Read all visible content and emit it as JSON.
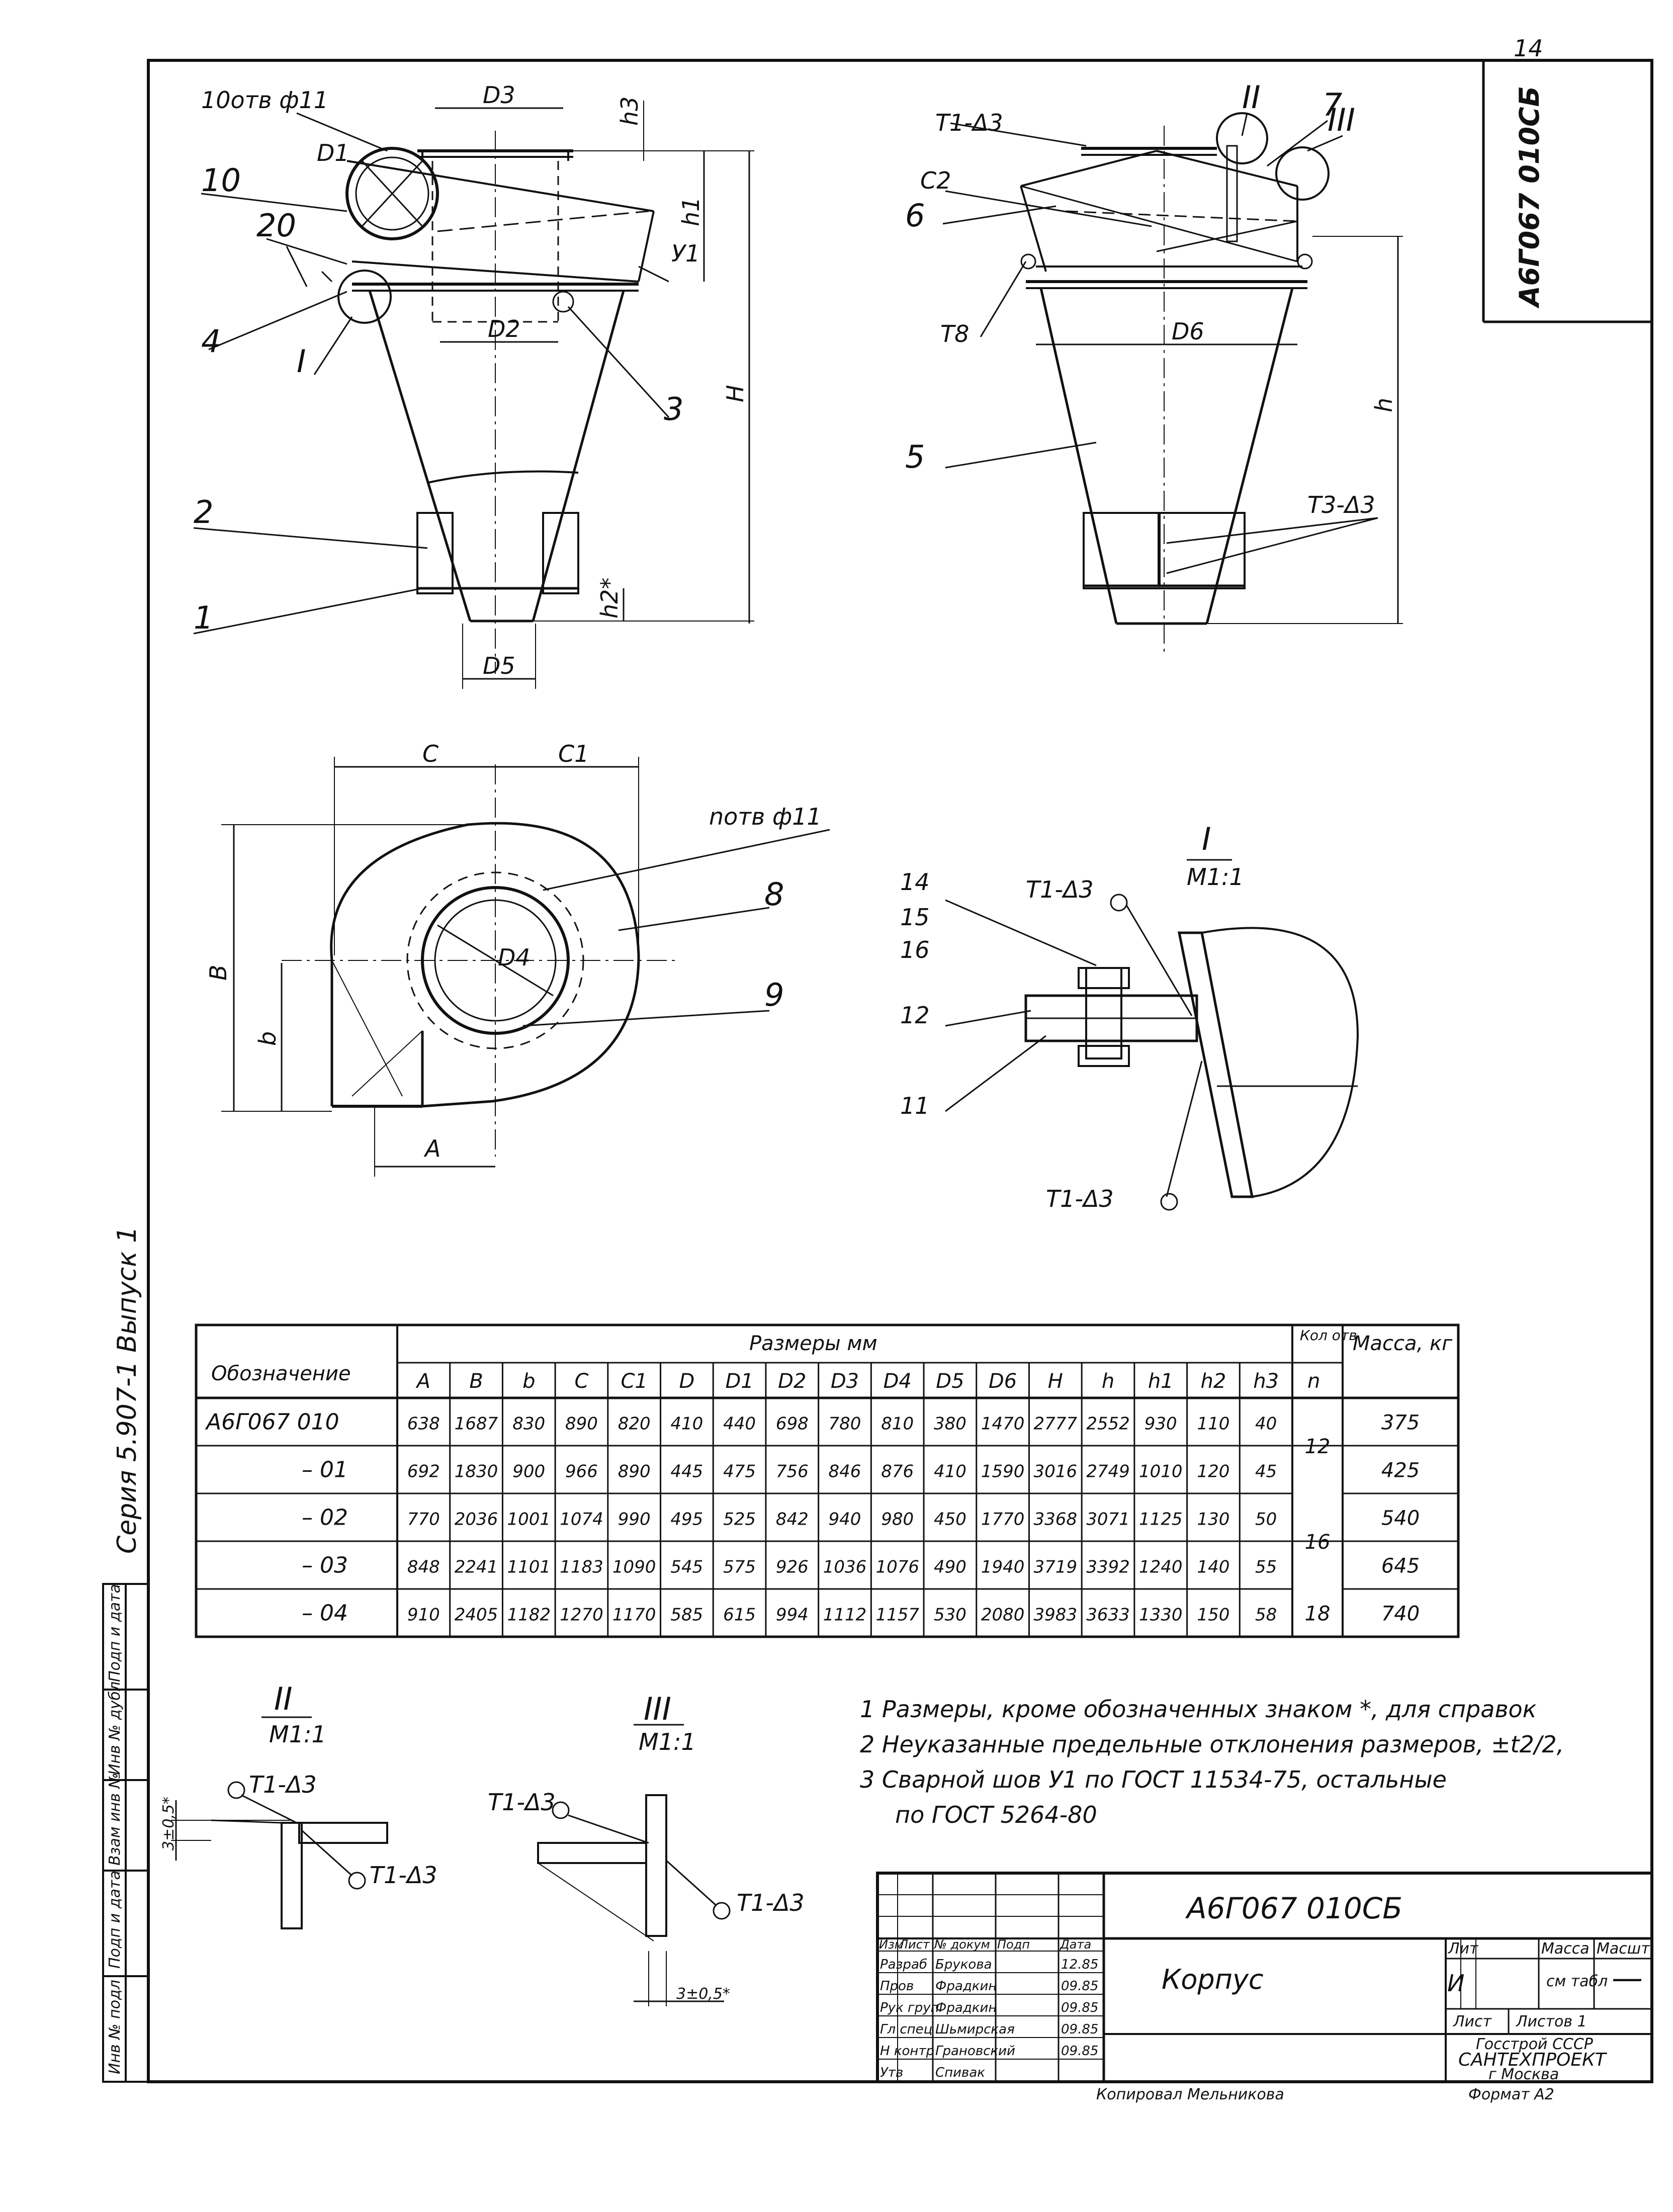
{
  "sheet": {
    "page_number": "14",
    "designation_side": "А6Г067 010СБ",
    "series_label": "Серия  5.907-1  Выпуск 1",
    "margin_labels": [
      "Инв № подл",
      "Подп и дата",
      "Взам инв №",
      "Инв № дубл",
      "Подп и дата"
    ]
  },
  "views": {
    "top_view": {
      "hole_note": "10отв ф11",
      "dims": [
        "D1",
        "D3",
        "h3",
        "h1",
        "D2",
        "H",
        "h2*",
        "D5"
      ],
      "weld": "У1",
      "positions": [
        "10",
        "20",
        "4",
        "I",
        "3",
        "2",
        "1"
      ]
    },
    "side_view": {
      "welds": [
        "Т1-Δ3",
        "С2",
        "Т8",
        "Т3-Δ3"
      ],
      "dims": [
        "D6",
        "h"
      ],
      "positions": [
        "6",
        "II",
        "7",
        "III",
        "5"
      ]
    },
    "plan_view": {
      "hole_note": "nотв ф11",
      "dims": [
        "C",
        "C1",
        "B",
        "b",
        "A",
        "D4"
      ],
      "positions": [
        "8",
        "9"
      ]
    },
    "detail_I": {
      "title": "I",
      "scale": "M1:1",
      "welds": [
        "Т1-Δ3",
        "Т1-Δ3"
      ],
      "positions": [
        "14",
        "15",
        "16",
        "12",
        "11"
      ]
    },
    "detail_II": {
      "title": "II",
      "scale": "M1:1",
      "welds": [
        "Т1-Δ3",
        "Т1-Δ3"
      ],
      "dim": "3±0,5*"
    },
    "detail_III": {
      "title": "III",
      "scale": "M1:1",
      "welds": [
        "Т1-Δ3",
        "Т1-Δ3"
      ],
      "dim": "3±0,5*"
    }
  },
  "table": {
    "col_designation": "Обозначение",
    "group_sizes": "Размеры  мм",
    "col_holes": "Кол отв",
    "col_mass": "Масса, кг",
    "size_cols": [
      "A",
      "B",
      "b",
      "C",
      "C1",
      "D",
      "D1",
      "D2",
      "D3",
      "D4",
      "D5",
      "D6",
      "H",
      "h",
      "h1",
      "h2",
      "h3"
    ],
    "holes_sub": "n",
    "rows": [
      {
        "des": "А6Г067 010",
        "vals": [
          "638",
          "1687",
          "830",
          "890",
          "820",
          "410",
          "440",
          "698",
          "780",
          "810",
          "380",
          "1470",
          "2777",
          "2552",
          "930",
          "110",
          "40"
        ],
        "mass": "375"
      },
      {
        "des": "– 01",
        "vals": [
          "692",
          "1830",
          "900",
          "966",
          "890",
          "445",
          "475",
          "756",
          "846",
          "876",
          "410",
          "1590",
          "3016",
          "2749",
          "1010",
          "120",
          "45"
        ],
        "mass": "425"
      },
      {
        "des": "– 02",
        "vals": [
          "770",
          "2036",
          "1001",
          "1074",
          "990",
          "495",
          "525",
          "842",
          "940",
          "980",
          "450",
          "1770",
          "3368",
          "3071",
          "1125",
          "130",
          "50"
        ],
        "mass": "540"
      },
      {
        "des": "– 03",
        "vals": [
          "848",
          "2241",
          "1101",
          "1183",
          "1090",
          "545",
          "575",
          "926",
          "1036",
          "1076",
          "490",
          "1940",
          "3719",
          "3392",
          "1240",
          "140",
          "55"
        ],
        "mass": "645"
      },
      {
        "des": "– 04",
        "vals": [
          "910",
          "2405",
          "1182",
          "1270",
          "1170",
          "585",
          "615",
          "994",
          "1112",
          "1157",
          "530",
          "2080",
          "3983",
          "3633",
          "1330",
          "150",
          "58"
        ],
        "mass": "740"
      }
    ],
    "holes_groups": [
      {
        "value": "12",
        "rows": [
          0,
          1
        ]
      },
      {
        "value": "16",
        "rows": [
          2,
          3
        ]
      },
      {
        "value": "18",
        "rows": [
          4
        ]
      }
    ]
  },
  "notes": [
    "1  Размеры, кроме обозначенных знаком *, для справок",
    "2  Неуказанные предельные отклонения размеров, ±t2/2,",
    "3  Сварной шов У1 по ГОСТ 11534-75, остальные",
    "по ГОСТ 5264-80"
  ],
  "title_block": {
    "designation": "А6Г067 010СБ",
    "name": "Корпус",
    "header_cols": [
      "Изм",
      "Лист",
      "№ докум",
      "Подп",
      "Дата"
    ],
    "roles": [
      {
        "role": "Разраб",
        "name": "Брукова",
        "date": "12.85"
      },
      {
        "role": "Пров",
        "name": "Фрадкин",
        "date": "09.85"
      },
      {
        "role": "Рук груп",
        "name": "Фрадкин",
        "date": "09.85"
      },
      {
        "role": "Гл спец",
        "name": "Шьмирская",
        "date": "09.85"
      },
      {
        "role": "Н контр",
        "name": "Грановский",
        "date": "09.85"
      },
      {
        "role": "Утв",
        "name": "Спивак",
        "date": ""
      }
    ],
    "lit_label": "Лит",
    "mass_label": "Масса",
    "scale_label": "Масшт",
    "lit_value": "И",
    "mass_value": "см табл",
    "scale_value": "—",
    "sheet_label": "Лист",
    "sheets_label": "Листов 1",
    "org": [
      "Госстрой СССР",
      "САНТЕХПРОЕКТ",
      "г Москва"
    ],
    "copied": "Копировал  Мельникова",
    "format": "Формат А2"
  }
}
